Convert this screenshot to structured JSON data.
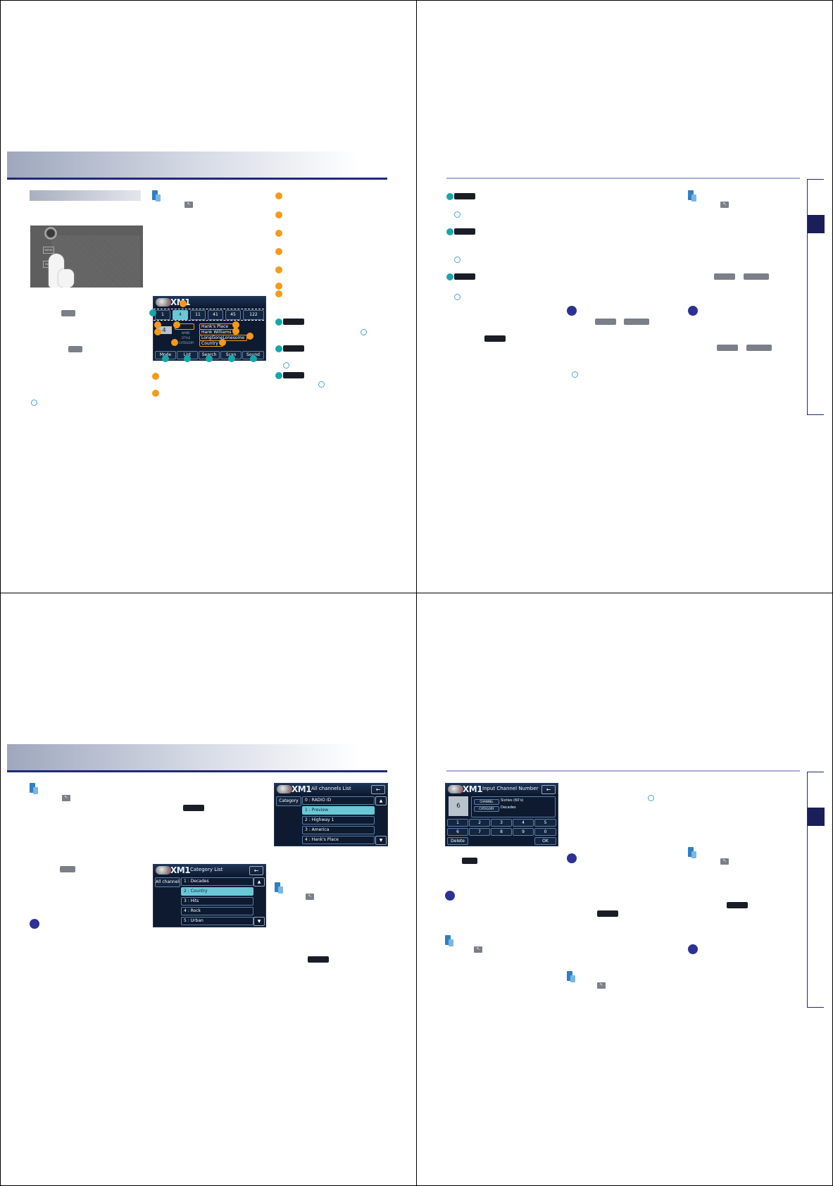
{
  "top_left_screen": {
    "xm_label": "XM1",
    "channels": [
      "1",
      "4",
      "11",
      "41",
      "45",
      "122"
    ],
    "channel_number": "4",
    "name_tag": "NAME",
    "style_tag": "STYLE",
    "category_tag": "CATEGORY",
    "channel_name": "Hank's Place",
    "artist": "Hank Williams",
    "song": "LongGoneLonesome",
    "category": "Country",
    "softkeys": [
      "Mode",
      "List",
      "Search",
      "Scan",
      "Sound"
    ]
  },
  "device_photo": {
    "button_labels": [
      "MENU",
      "INFO"
    ]
  },
  "bottom_category_screen": {
    "xm_label": "XM1",
    "title": "Category List",
    "left_button": "All channels",
    "items": [
      "1 : Decades",
      "2 : Country",
      "3 : Hits",
      "4 : Rock",
      "5 : Urban"
    ]
  },
  "bottom_channels_screen": {
    "xm_label": "XM1",
    "title": "All channels List",
    "left_button": "Category",
    "items": [
      "0 : RADIO ID",
      "1 : Preview",
      "2 : Highway 1",
      "3 : America",
      "4 : Hank's Place"
    ]
  },
  "bottom_input_screen": {
    "xm_label": "XM1",
    "title": "Input Channel Number",
    "entered": "6",
    "channel_tag": "CHANNEL",
    "category_tag": "CATEGORY",
    "channel_value": "Sixties (60's)",
    "category_value": "Decades",
    "keys_row1": [
      "1",
      "2",
      "3",
      "4",
      "5"
    ],
    "keys_row2": [
      "6",
      "7",
      "8",
      "9",
      "0"
    ],
    "delete_label": "Delete",
    "ok_label": "OK"
  },
  "icons": {
    "back_arrow": "back-arrow-icon",
    "scroll_up": "scroll-up-icon",
    "scroll_down": "scroll-down-icon"
  },
  "colors": {
    "header_rule": "#1e2a78",
    "accent_orange": "#f49a1a",
    "accent_teal": "#16a8a8",
    "accent_navy": "#2d3192",
    "screen_bg": "#0d1a30",
    "selected_row": "#69c7d6"
  }
}
